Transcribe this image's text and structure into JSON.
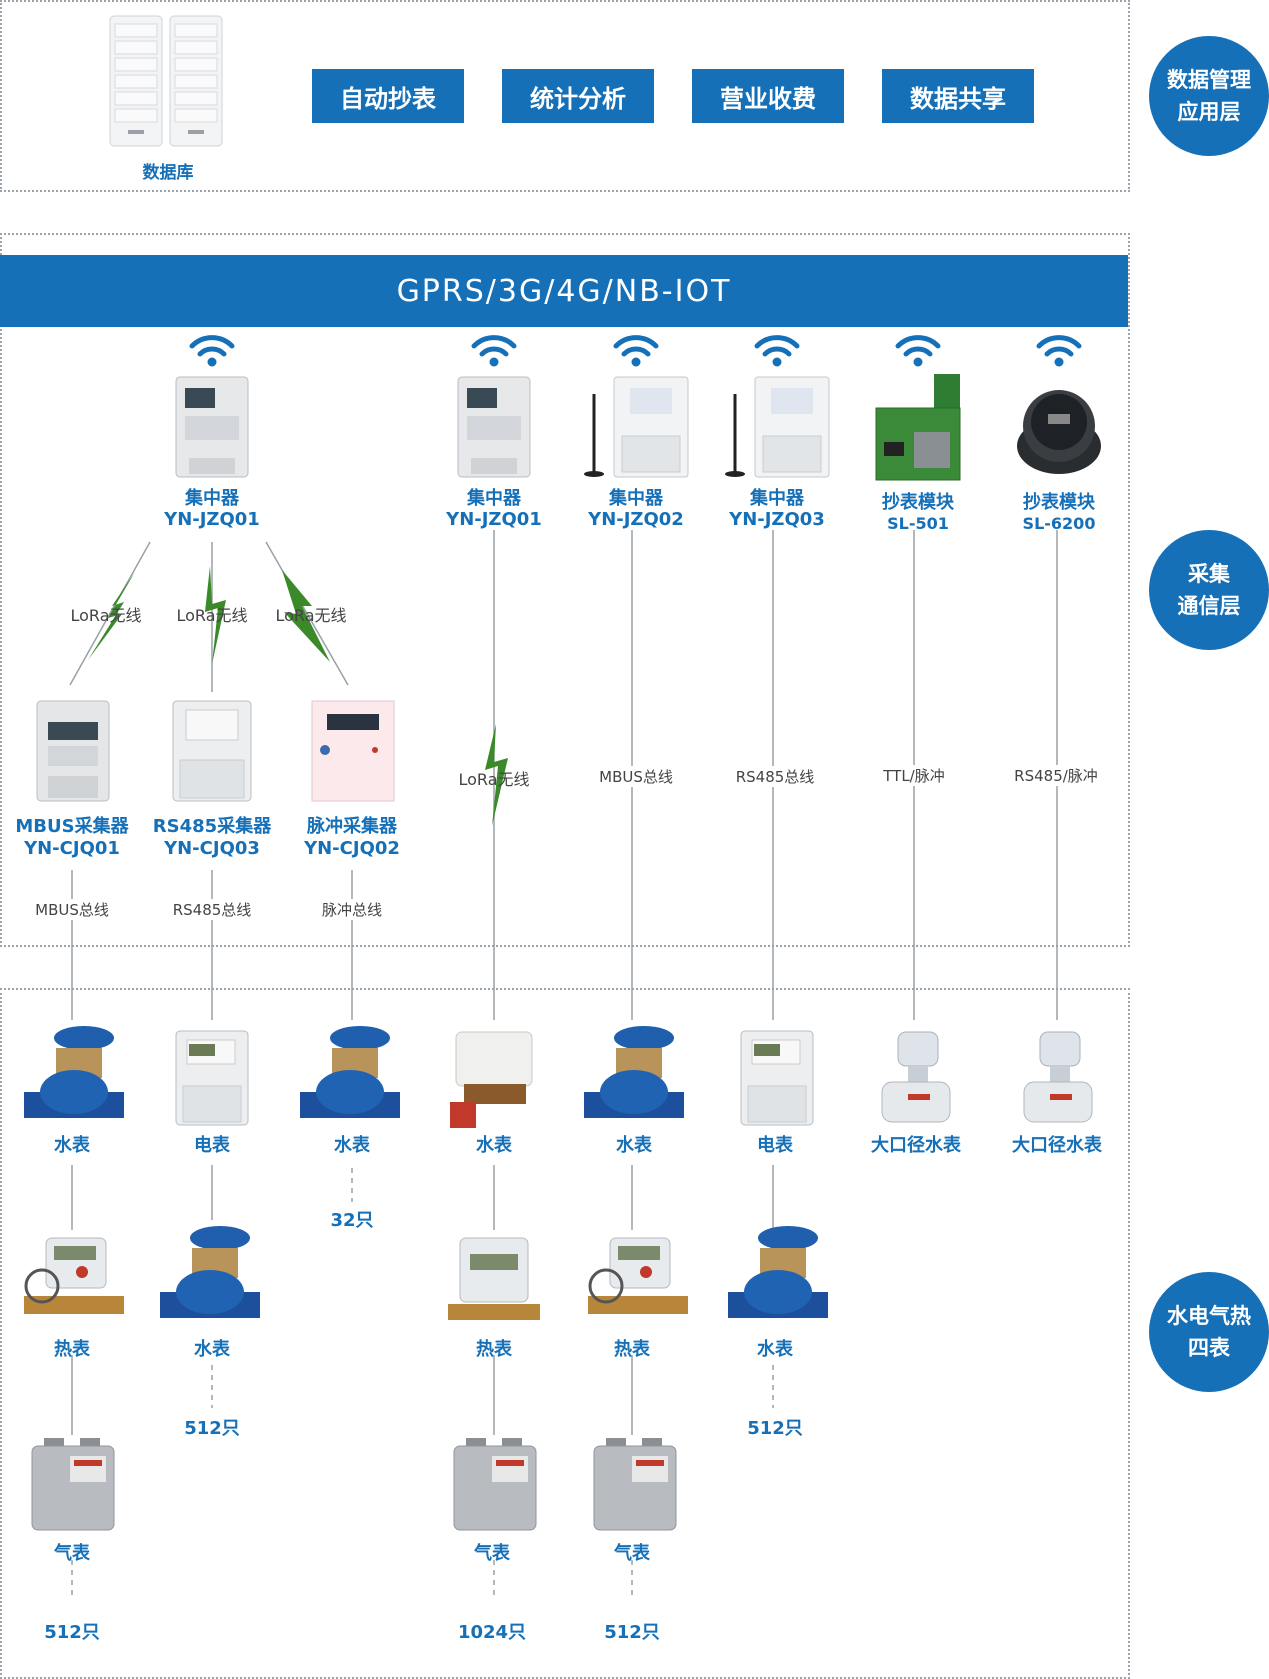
{
  "top": {
    "database_label": "数据库",
    "buttons": [
      "自动抄表",
      "统计分析",
      "营业收费",
      "数据共享"
    ]
  },
  "layers": {
    "app": [
      "数据管理",
      "应用层"
    ],
    "comm": [
      "采集",
      "通信层"
    ],
    "meters": [
      "水电气热",
      "四表"
    ]
  },
  "banner": "GPRS/3G/4G/NB-IOT",
  "concentrators": [
    {
      "name": "集中器",
      "model": "YN-JZQ01"
    },
    {
      "name": "集中器",
      "model": "YN-JZQ01"
    },
    {
      "name": "集中器",
      "model": "YN-JZQ02"
    },
    {
      "name": "集中器",
      "model": "YN-JZQ03"
    },
    {
      "name": "抄表模块",
      "model": "SL-501"
    },
    {
      "name": "抄表模块",
      "model": "SL-6200"
    }
  ],
  "collectors": [
    {
      "name": "MBUS采集器",
      "model": "YN-CJQ01"
    },
    {
      "name": "RS485采集器",
      "model": "YN-CJQ03"
    },
    {
      "name": "脉冲采集器",
      "model": "YN-CJQ02"
    }
  ],
  "links": {
    "lora": "LoRa无线",
    "mbus": "MBUS总线",
    "rs485": "RS485总线",
    "pulse": "脉冲总线",
    "ttl": "TTL/脉冲",
    "rs485_pulse": "RS485/脉冲"
  },
  "meters": {
    "row1": [
      "水表",
      "电表",
      "水表",
      "水表",
      "水表",
      "电表",
      "大口径水表",
      "大口径水表"
    ],
    "row2": [
      "热表",
      "水表",
      "热表",
      "热表",
      "水表"
    ],
    "row3": [
      "气表",
      "气表",
      "气表"
    ]
  },
  "counts": {
    "c1": "32只",
    "c2": "512只",
    "c3": "512只",
    "c4": "512只",
    "c5": "1024只",
    "c6": "512只"
  },
  "colors": {
    "accent": "#1670b8",
    "lora": "#3a8a2a"
  }
}
